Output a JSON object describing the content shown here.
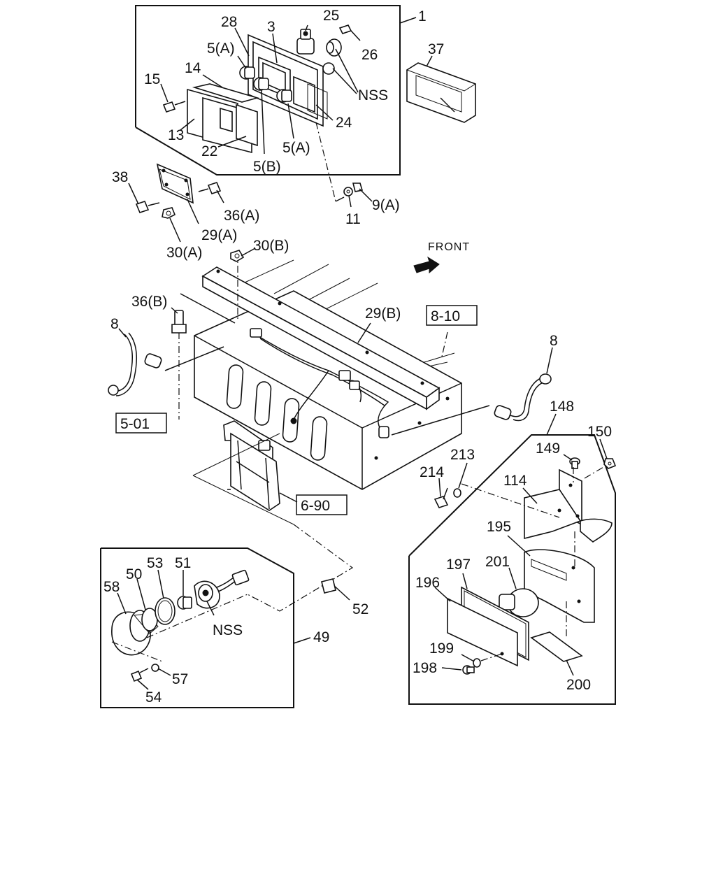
{
  "front_label": "FRONT",
  "labels": {
    "l1": "1",
    "l3": "3",
    "l25": "25",
    "l26": "26",
    "l28": "28",
    "l5a_1": "5(A)",
    "l5a_2": "5(A)",
    "l5b": "5(B)",
    "l14": "14",
    "l15": "15",
    "l13": "13",
    "l22": "22",
    "l24": "24",
    "nss1": "NSS",
    "l37": "37",
    "l38": "38",
    "l36a": "36(A)",
    "l29a": "29(A)",
    "l30a": "30(A)",
    "l11": "11",
    "l9a": "9(A)",
    "l30b": "30(B)",
    "l36b": "36(B)",
    "l8a": "8",
    "l29b": "29(B)",
    "l8b": "8",
    "l148": "148",
    "l150": "150",
    "l149": "149",
    "l213": "213",
    "l214": "214",
    "l114": "114",
    "l195": "195",
    "l197": "197",
    "l201": "201",
    "l196": "196",
    "l199": "199",
    "l198": "198",
    "l200": "200",
    "l58": "58",
    "l50": "50",
    "l53": "53",
    "l51": "51",
    "nss2": "NSS",
    "l52": "52",
    "l49": "49",
    "l57": "57",
    "l54": "54"
  },
  "refs": {
    "r810": "8-10",
    "r501": "5-01",
    "r690": "6-90"
  },
  "icons": {
    "front_arrow": "front-arrow-icon"
  }
}
